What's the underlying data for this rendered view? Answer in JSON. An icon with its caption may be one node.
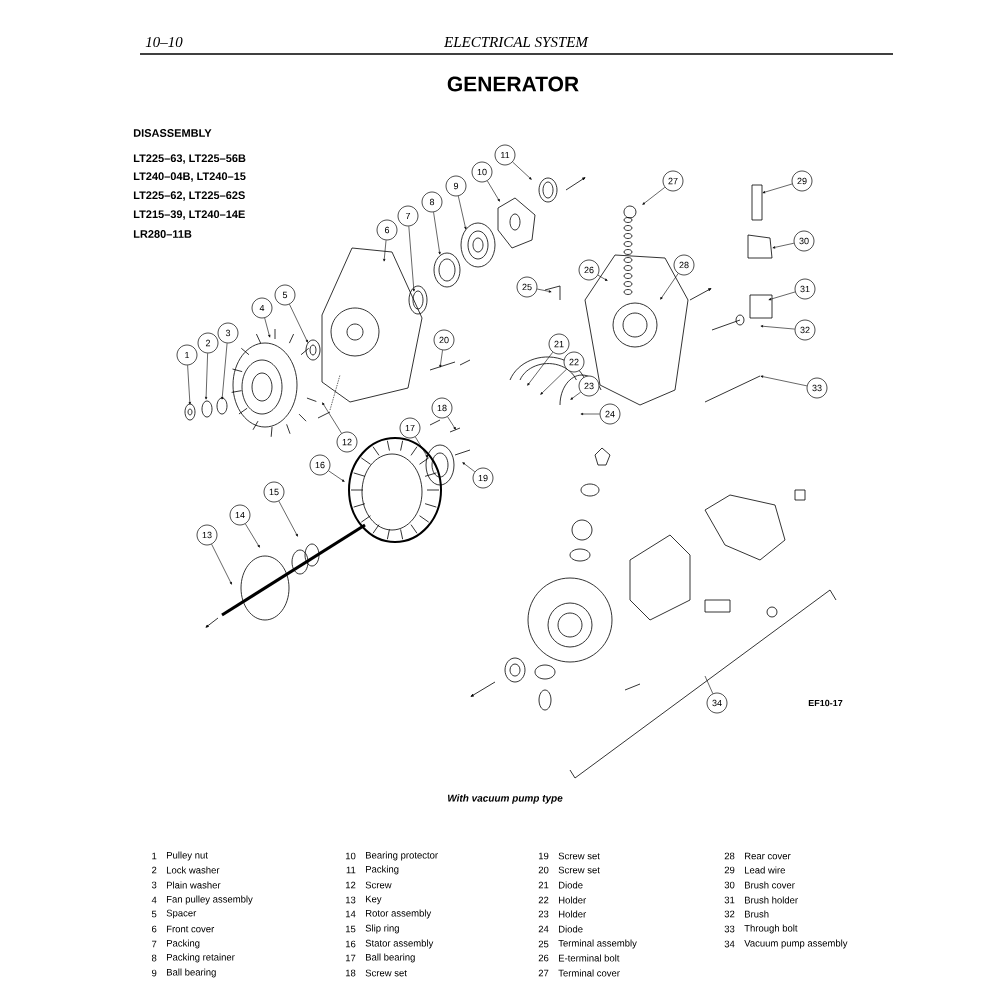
{
  "diagram": {
    "title": "GENERATOR",
    "caption": "With vacuum pump type",
    "nodes": [
      {
        "text": [
          "1"
        ]
      },
      {
        "text": [
          "2"
        ]
      },
      {
        "text": [
          "3"
        ]
      },
      {
        "text": [
          "4"
        ]
      },
      {
        "text": [
          "5"
        ]
      },
      {
        "text": [
          "6"
        ]
      },
      {
        "text": [
          "7"
        ]
      },
      {
        "text": [
          "8"
        ]
      },
      {
        "text": [
          "9"
        ]
      },
      {
        "text": [
          "10"
        ]
      },
      {
        "text": [
          "11"
        ]
      },
      {
        "text": [
          "12"
        ]
      },
      {
        "text": [
          "13"
        ]
      },
      {
        "text": [
          "14"
        ]
      },
      {
        "text": [
          "15"
        ]
      },
      {
        "text": [
          "16"
        ]
      },
      {
        "text": [
          "17"
        ]
      },
      {
        "text": [
          "18"
        ]
      },
      {
        "text": [
          "19"
        ]
      },
      {
        "text": [
          "20"
        ]
      },
      {
        "text": [
          "21"
        ]
      },
      {
        "text": [
          "22"
        ]
      },
      {
        "text": [
          "23"
        ]
      },
      {
        "text": [
          "24"
        ]
      },
      {
        "text": [
          "25"
        ]
      },
      {
        "text": [
          "26"
        ]
      },
      {
        "text": [
          "27"
        ]
      },
      {
        "text": [
          "28"
        ]
      },
      {
        "text": [
          "29"
        ]
      },
      {
        "text": [
          "30"
        ]
      },
      {
        "text": [
          "31"
        ]
      },
      {
        "text": [
          "32"
        ]
      },
      {
        "text": [
          "33"
        ]
      },
      {
        "text": [
          "34"
        ]
      }
    ],
    "edges": [
      {
        "from": 0,
        "to": null,
        "arrow": "to"
      },
      {
        "from": 1,
        "to": null,
        "arrow": "to"
      },
      {
        "from": 2,
        "to": null,
        "arrow": "to"
      },
      {
        "from": 3,
        "to": null,
        "arrow": "to"
      },
      {
        "from": 4,
        "to": null,
        "arrow": "to"
      },
      {
        "from": 5,
        "to": null,
        "arrow": "to"
      },
      {
        "from": 6,
        "to": null,
        "arrow": "to"
      },
      {
        "from": 7,
        "to": null,
        "arrow": "to"
      },
      {
        "from": 8,
        "to": null,
        "arrow": "to"
      },
      {
        "from": 9,
        "to": null,
        "arrow": "to"
      },
      {
        "from": 10,
        "to": null,
        "arrow": "to"
      },
      {
        "from": 11,
        "to": null,
        "arrow": "to"
      },
      {
        "from": 12,
        "to": null,
        "arrow": "to"
      },
      {
        "from": 13,
        "to": null,
        "arrow": "to"
      },
      {
        "from": 14,
        "to": null,
        "arrow": "to"
      },
      {
        "from": 15,
        "to": null,
        "arrow": "to"
      },
      {
        "from": 16,
        "to": null,
        "arrow": "to"
      },
      {
        "from": 17,
        "to": null,
        "arrow": "to"
      },
      {
        "from": 18,
        "to": null,
        "arrow": "to"
      },
      {
        "from": 19,
        "to": null,
        "arrow": "to"
      },
      {
        "from": 20,
        "to": null,
        "arrow": "to"
      },
      {
        "from": 21,
        "to": null,
        "arrow": "to"
      },
      {
        "from": 22,
        "to": null,
        "arrow": "to"
      },
      {
        "from": 23,
        "to": null,
        "arrow": "to"
      },
      {
        "from": 24,
        "to": null,
        "arrow": "to"
      },
      {
        "from": 25,
        "to": null,
        "arrow": "to"
      },
      {
        "from": 26,
        "to": null,
        "arrow": "to"
      },
      {
        "from": 27,
        "to": null,
        "arrow": "to"
      },
      {
        "from": 28,
        "to": null,
        "arrow": "to"
      },
      {
        "from": 29,
        "to": null,
        "arrow": "to"
      },
      {
        "from": 30,
        "to": null,
        "arrow": "to"
      },
      {
        "from": 31,
        "to": null,
        "arrow": "to"
      },
      {
        "from": 32,
        "to": null,
        "arrow": "to"
      },
      {
        "from": 33,
        "to": null,
        "arrow": "none"
      }
    ],
    "labels": [
      "10–10",
      "ELECTRICAL SYSTEM",
      "DISASSEMBLY",
      "LT225–63, LT225–56B",
      "LT240–04B, LT240–15",
      "LT225–62, LT225–62S",
      "LT215–39, LT240–14E",
      "LR280–11B",
      "EF10-17",
      "1",
      "Pulley nut",
      "2",
      "Lock washer",
      "3",
      "Plain washer",
      "4",
      "Fan pulley assembly",
      "5",
      "Spacer",
      "6",
      "Front cover",
      "7",
      "Packing",
      "8",
      "Packing retainer",
      "9",
      "Ball bearing",
      "10",
      "Bearing protector",
      "11",
      "Packing",
      "12",
      "Screw",
      "13",
      "Key",
      "14",
      "Rotor assembly",
      "15",
      "Slip ring",
      "16",
      "Stator assembly",
      "17",
      "Ball bearing",
      "18",
      "Screw set",
      "19",
      "Screw set",
      "20",
      "Screw set",
      "21",
      "Diode",
      "22",
      "Holder",
      "23",
      "Holder",
      "24",
      "Diode",
      "25",
      "Terminal assembly",
      "26",
      "E-terminal bolt",
      "27",
      "Terminal cover",
      "28",
      "Rear cover",
      "29",
      "Lead wire",
      "30",
      "Brush cover",
      "31",
      "Brush holder",
      "32",
      "Brush",
      "33",
      "Through bolt",
      "34",
      "Vacuum pump assembly"
    ]
  }
}
